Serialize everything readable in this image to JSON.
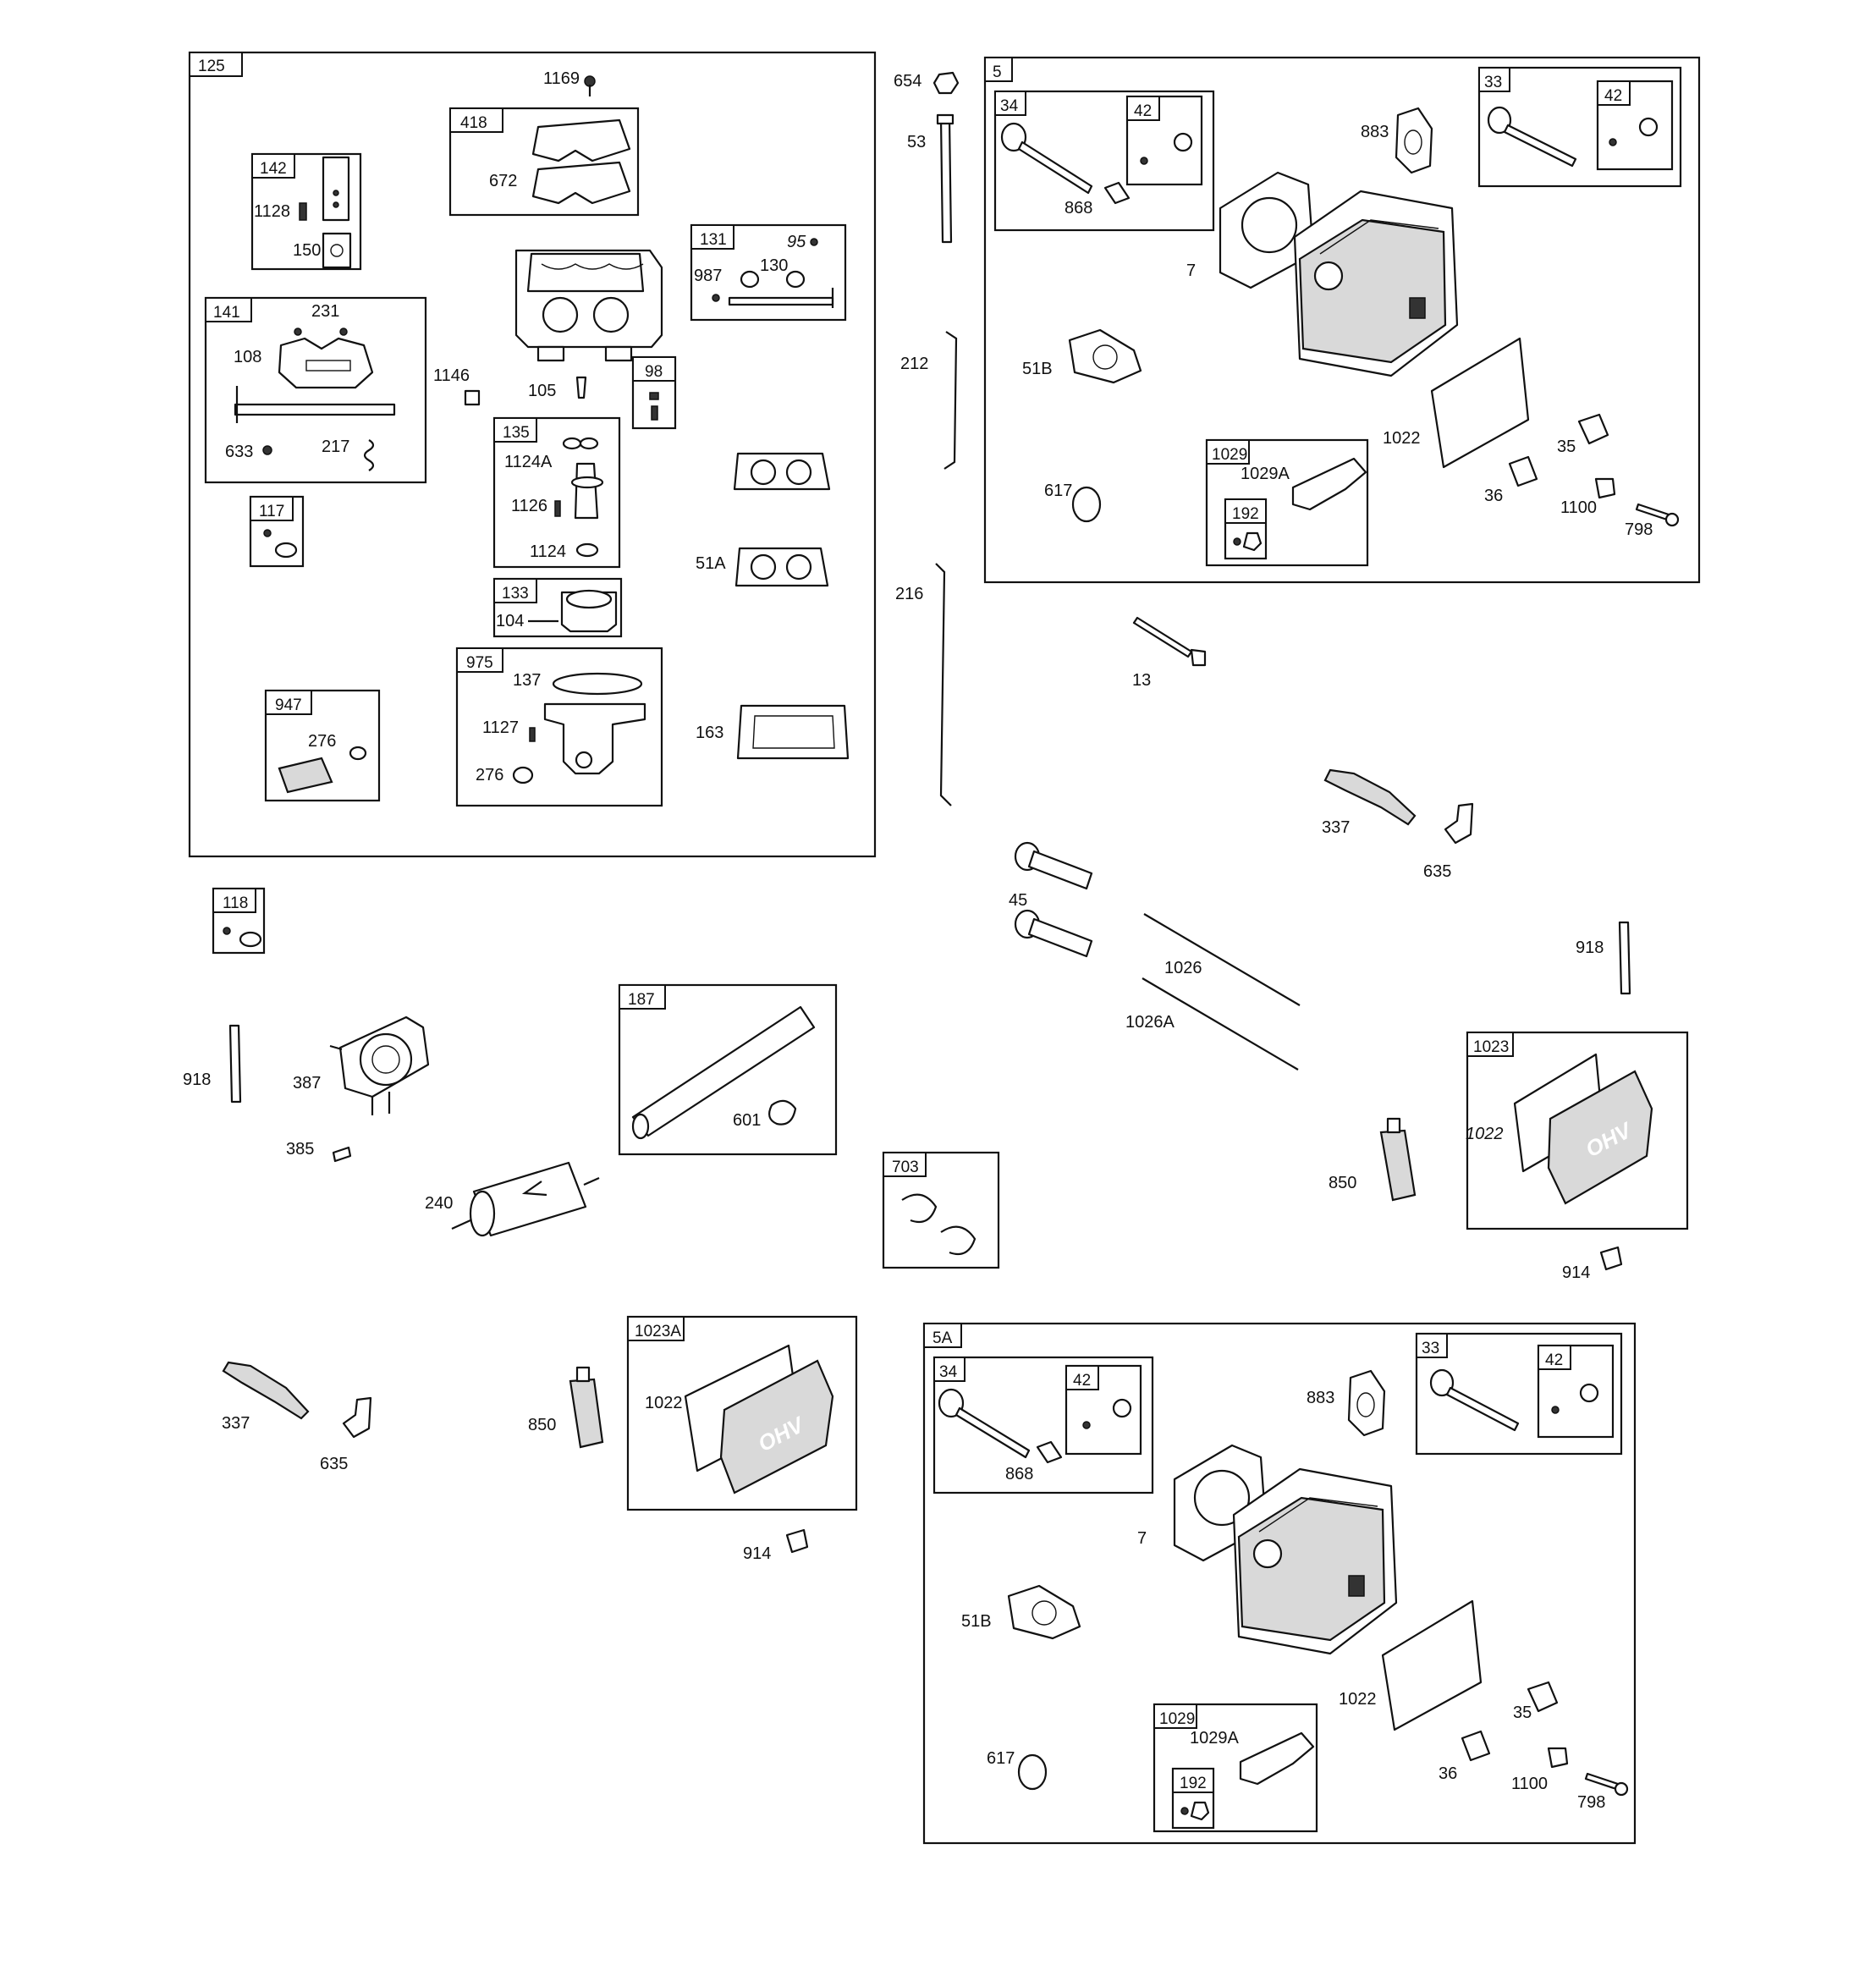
{
  "groups": {
    "g125": "125",
    "g142": "142",
    "g141": "141",
    "g117": "117",
    "g947": "947",
    "g418": "418",
    "g131": "131",
    "g98": "98",
    "g135": "135",
    "g133": "133",
    "g975": "975",
    "g118": "118",
    "g187": "187",
    "g703": "703",
    "g1023A": "1023A",
    "g5": "5",
    "g34": "34",
    "g42": "42",
    "g33": "33",
    "g42b": "42",
    "g1029": "1029",
    "g192": "192",
    "g1023": "1023",
    "g5A": "5A",
    "g34A": "34",
    "g42A": "42",
    "g33A": "33",
    "g42bA": "42",
    "g1029A": "1029",
    "g192A": "192"
  },
  "labels": {
    "p1169": "1169",
    "p672": "672",
    "p1128": "1128",
    "p150": "150",
    "p231": "231",
    "p108": "108",
    "p633": "633",
    "p217": "217",
    "p1146": "1146",
    "p105": "105",
    "p95": "95",
    "p987": "987",
    "p130": "130",
    "p1124A": "1124A",
    "p1126": "1126",
    "p1124": "1124",
    "p104": "104",
    "p51A": "51A",
    "p137": "137",
    "p1127": "1127",
    "p276a": "276",
    "p276b": "276",
    "p163": "163",
    "p654": "654",
    "p53": "53",
    "p212": "212",
    "p216": "216",
    "p883": "883",
    "p868": "868",
    "p7": "7",
    "p51B": "51B",
    "p1022": "1022",
    "p1029A": "1029A",
    "p35": "35",
    "p36": "36",
    "p617": "617",
    "p1100": "1100",
    "p798": "798",
    "p13": "13",
    "p337": "337",
    "p635": "635",
    "p45": "45",
    "p1026": "1026",
    "p1026A": "1026A",
    "p918r": "918",
    "p850r": "850",
    "p1022r": "1022",
    "p914r": "914",
    "p918": "918",
    "p387": "387",
    "p385": "385",
    "p601": "601",
    "p240": "240",
    "p337b": "337",
    "p635b": "635",
    "p850": "850",
    "p1022b": "1022",
    "p914": "914",
    "p883A": "883",
    "p868A": "868",
    "p7A": "7",
    "p51BA": "51B",
    "p1022A": "1022",
    "p35A": "35",
    "p617A": "617",
    "p1029AA": "1029A",
    "p36A": "36",
    "p1100A": "1100",
    "p798A": "798"
  },
  "logo_text": "OHV"
}
